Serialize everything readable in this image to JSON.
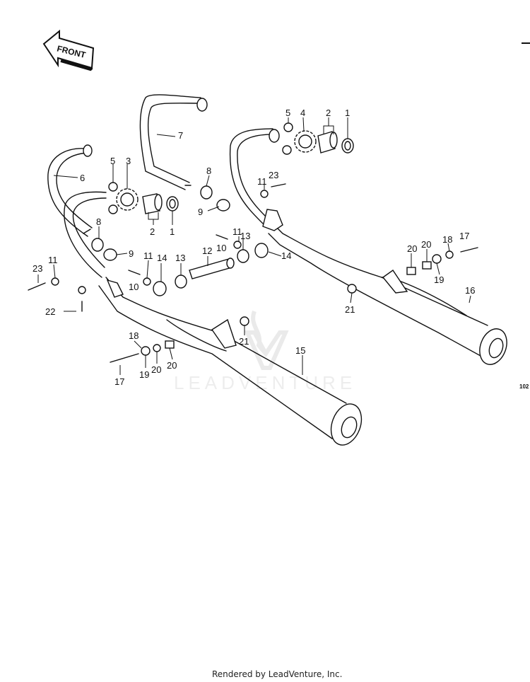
{
  "front_label": "FRONT",
  "watermark": "LEADVENTURE",
  "side_code": "102",
  "footer": "Rendered by LeadVenture, Inc.",
  "callouts": [
    {
      "id": "c1a",
      "text": "1"
    },
    {
      "id": "c2a",
      "text": "2"
    },
    {
      "id": "c4",
      "text": "4"
    },
    {
      "id": "c5a",
      "text": "5"
    },
    {
      "id": "c7",
      "text": "7"
    },
    {
      "id": "c6",
      "text": "6"
    },
    {
      "id": "c5b",
      "text": "5"
    },
    {
      "id": "c3",
      "text": "3"
    },
    {
      "id": "c2b",
      "text": "2"
    },
    {
      "id": "c1b",
      "text": "1"
    },
    {
      "id": "c8a",
      "text": "8"
    },
    {
      "id": "c9a",
      "text": "9"
    },
    {
      "id": "c11a",
      "text": "11"
    },
    {
      "id": "c23a",
      "text": "23"
    },
    {
      "id": "c8b",
      "text": "8"
    },
    {
      "id": "c9b",
      "text": "9"
    },
    {
      "id": "c11b",
      "text": "11"
    },
    {
      "id": "c23b",
      "text": "23"
    },
    {
      "id": "c11c",
      "text": "11"
    },
    {
      "id": "c10a",
      "text": "10"
    },
    {
      "id": "c14a",
      "text": "14"
    },
    {
      "id": "c13a",
      "text": "13"
    },
    {
      "id": "c12",
      "text": "12"
    },
    {
      "id": "c10b",
      "text": "10"
    },
    {
      "id": "c11d",
      "text": "11"
    },
    {
      "id": "c13b",
      "text": "13"
    },
    {
      "id": "c14b",
      "text": "14"
    },
    {
      "id": "c22",
      "text": "22"
    },
    {
      "id": "c20a",
      "text": "20"
    },
    {
      "id": "c20b",
      "text": "20"
    },
    {
      "id": "c18a",
      "text": "18"
    },
    {
      "id": "c17a",
      "text": "17"
    },
    {
      "id": "c19a",
      "text": "19"
    },
    {
      "id": "c16",
      "text": "16"
    },
    {
      "id": "c21a",
      "text": "21"
    },
    {
      "id": "c21b",
      "text": "21"
    },
    {
      "id": "c15",
      "text": "15"
    },
    {
      "id": "c18b",
      "text": "18"
    },
    {
      "id": "c17b",
      "text": "17"
    },
    {
      "id": "c19b",
      "text": "19"
    },
    {
      "id": "c20c",
      "text": "20"
    },
    {
      "id": "c20d",
      "text": "20"
    }
  ]
}
